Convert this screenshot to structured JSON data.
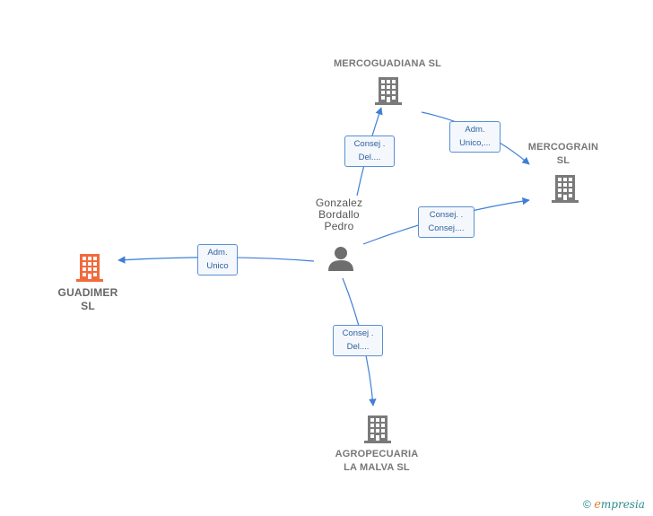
{
  "colors": {
    "edge": "#3f7fd6",
    "building": "#7a7a7a",
    "building_focus": "#f26a3c",
    "person": "#6e6e6e"
  },
  "nodes": {
    "mercoguadiana": {
      "label_lines": [
        "MERCOGUADIANA SL"
      ],
      "icon": "building-icon"
    },
    "mercograin": {
      "label_lines": [
        "MERCOGRAIN",
        "SL"
      ],
      "icon": "building-icon"
    },
    "guadimer": {
      "label_lines": [
        "GUADIMER",
        "SL"
      ],
      "icon": "building-icon"
    },
    "agropecuaria": {
      "label_lines": [
        "AGROPECUARIA",
        "LA MALVA SL"
      ],
      "icon": "building-icon"
    },
    "person": {
      "label_lines": [
        "Gonzalez",
        "Bordallo",
        "Pedro"
      ],
      "icon": "person-icon"
    }
  },
  "edges": {
    "to_mercoguadiana": {
      "lines": [
        "Consej .",
        "Del...."
      ]
    },
    "mercoguadiana_to_mercograin": {
      "lines": [
        "Adm.",
        "Unico,..."
      ]
    },
    "to_mercograin": {
      "lines": [
        "Consej. .",
        "Consej...."
      ]
    },
    "to_guadimer": {
      "lines": [
        "Adm.",
        "Unico"
      ]
    },
    "to_agropecuaria": {
      "lines": [
        "Consej .",
        "Del...."
      ]
    }
  },
  "brand": {
    "copyright": "©",
    "initial": "e",
    "name": "mpresia"
  }
}
